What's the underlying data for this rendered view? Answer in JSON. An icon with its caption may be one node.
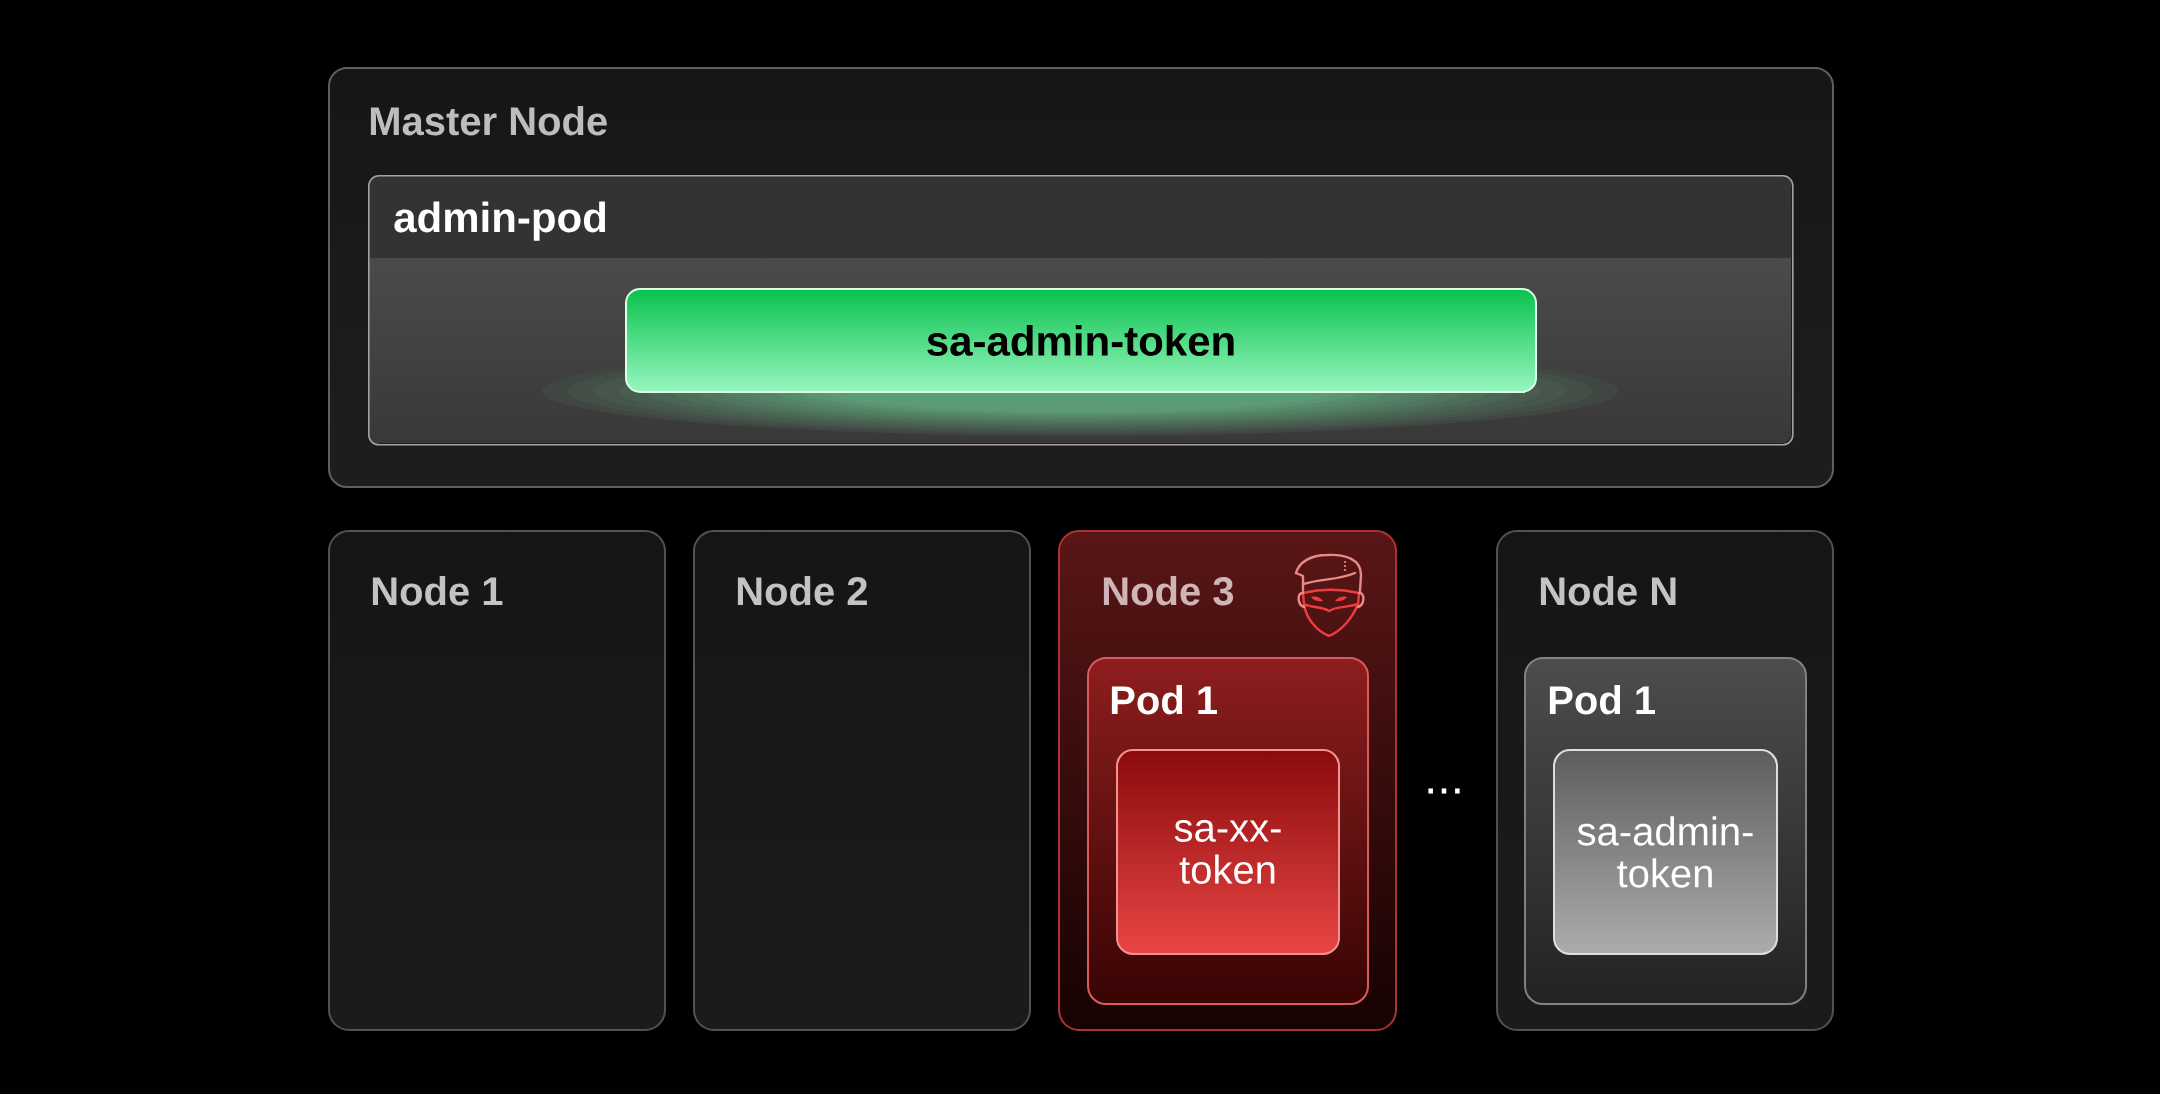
{
  "diagram": {
    "nodes": [
      {
        "text": [
          "Master Node"
        ]
      },
      {
        "text": [
          "admin-pod"
        ],
        "in": 0
      },
      {
        "text": [
          "sa-admin-token"
        ],
        "in": 1
      },
      {
        "text": [
          "Node 1"
        ]
      },
      {
        "text": [
          "Node 2"
        ]
      },
      {
        "text": [
          "Node 3"
        ]
      },
      {
        "text": [
          "Pod 1"
        ],
        "in": 5
      },
      {
        "text": [
          "sa-xx-token"
        ],
        "in": 6
      },
      {
        "text": [
          "Node N"
        ]
      },
      {
        "text": [
          "Pod 1"
        ],
        "in": 8
      },
      {
        "text": [
          "sa-admin-token"
        ],
        "in": 9
      }
    ],
    "labels": [
      "..."
    ]
  }
}
